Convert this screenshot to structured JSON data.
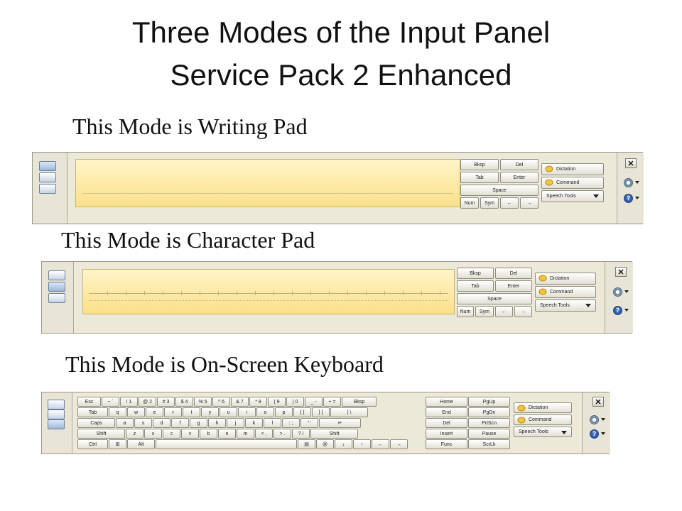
{
  "title": {
    "line1": "Three Modes of the Input Panel",
    "line2": "Service Pack 2 Enhanced"
  },
  "sections": [
    {
      "caption": "This Mode is Writing Pad"
    },
    {
      "caption": "This Mode is Character Pad"
    },
    {
      "caption": "This Mode is On-Screen Keyboard"
    }
  ],
  "pad_keys": {
    "bksp": "Bksp",
    "del": "Del",
    "tab": "Tab",
    "enter": "Enter",
    "space": "Space",
    "num": "Num",
    "sym": "Sym",
    "left": "←",
    "right": "→"
  },
  "speech": {
    "dictation": "Dictation",
    "command": "Command",
    "tools": "Speech Tools"
  },
  "panel_buttons": {
    "close": "✕",
    "help": "?"
  },
  "keyboard": {
    "row1": [
      "Esc",
      "~ `",
      "! 1",
      "@ 2",
      "# 3",
      "$ 4",
      "% 5",
      "^ 6",
      "& 7",
      "* 8",
      "( 9",
      ") 0",
      "_ -",
      "+ =",
      "Bksp"
    ],
    "row2": [
      "Tab",
      "q",
      "w",
      "e",
      "r",
      "t",
      "y",
      "u",
      "i",
      "o",
      "p",
      "{ [",
      "} ]",
      "| \\"
    ],
    "row3": [
      "Caps",
      "a",
      "s",
      "d",
      "f",
      "g",
      "h",
      "j",
      "k",
      "l",
      ": ;",
      "\" '",
      "↵"
    ],
    "row4": [
      "Shift",
      "z",
      "x",
      "c",
      "v",
      "b",
      "n",
      "m",
      "< ,",
      "> .",
      "? /",
      "Shift"
    ],
    "row5": [
      "Ctrl",
      "⊞",
      "Alt",
      "",
      "▤",
      "@",
      "↓",
      "↑",
      "←",
      "→"
    ],
    "nav": [
      [
        "Home",
        "PgUp"
      ],
      [
        "End",
        "PgDn"
      ],
      [
        "Del",
        "PrtScn"
      ],
      [
        "Insert",
        "Pause"
      ],
      [
        "Func",
        "ScrLk"
      ]
    ]
  },
  "colors": {
    "panel_bg": "#ece9d8",
    "pad_yellow": "#fbe08a"
  }
}
